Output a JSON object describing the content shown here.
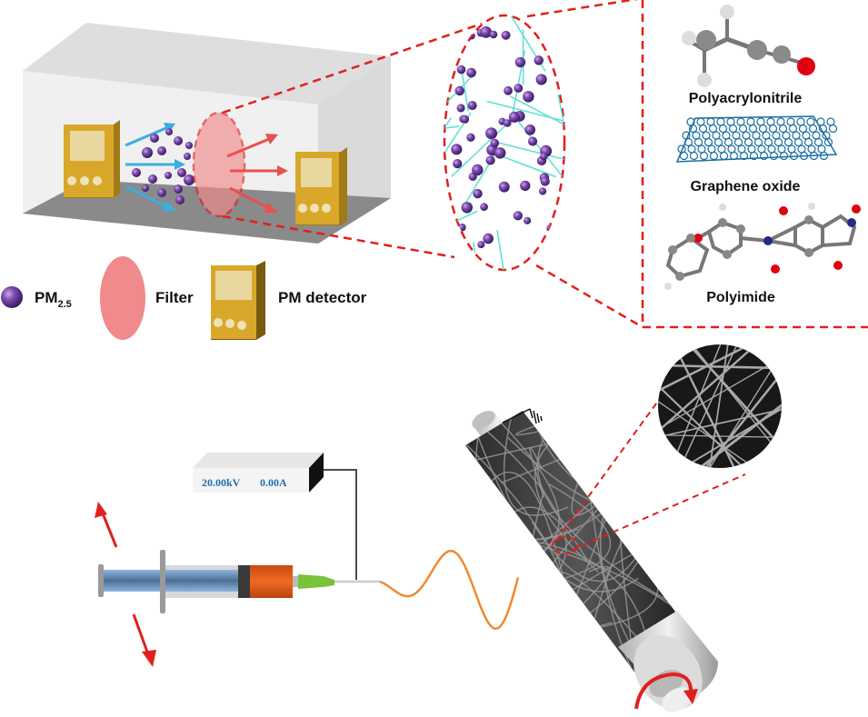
{
  "legend": {
    "pm_label": "PM",
    "pm_subscript": "2.5",
    "filter_label": "Filter",
    "detector_label": "PM detector"
  },
  "materials": [
    {
      "name": "Polyacrylonitrile"
    },
    {
      "name": "Graphene oxide"
    },
    {
      "name": "Polyimide"
    }
  ],
  "power_supply": {
    "voltage": "20.00kV",
    "current": "0.00A"
  },
  "colors": {
    "zoom_line": "#e0201c",
    "particle": "#6a3f98",
    "filter": "#f0888c",
    "detector": "#d9a82a",
    "inflow_arrow": "#3aaee0",
    "outflow_arrow": "#e8504f",
    "fiber_jet": "#f08a30",
    "nanofiber": "#5be0d0",
    "graphene": "#1a6ea0"
  }
}
